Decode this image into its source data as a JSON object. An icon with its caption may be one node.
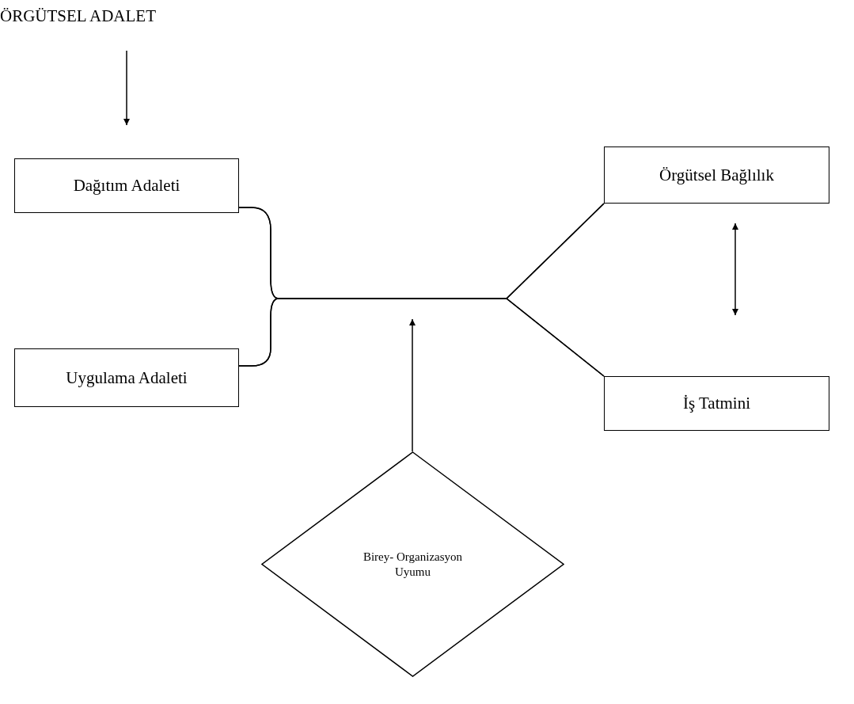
{
  "diagram": {
    "nodes": [
      {
        "text": [
          "ÖRGÜTSEL ADALET"
        ]
      },
      {
        "text": [
          "Dağıtım Adaleti"
        ]
      },
      {
        "text": [
          "Uygulama Adaleti"
        ]
      },
      {
        "text": [
          "Örgütsel Bağlılık"
        ]
      },
      {
        "text": [
          "İş Tatmini"
        ]
      },
      {
        "text": [
          "Birey- Organizasyon Uyumu"
        ]
      }
    ],
    "edges": [
      {
        "from": 0,
        "to": 1,
        "arrow": "to"
      },
      {
        "from": 1,
        "to": 3,
        "arrow": "none"
      },
      {
        "from": 1,
        "to": 4,
        "arrow": "none"
      },
      {
        "from": 2,
        "to": 3,
        "arrow": "none"
      },
      {
        "from": 2,
        "to": 4,
        "arrow": "none"
      },
      {
        "from": 5,
        "to": null,
        "arrow": "to"
      },
      {
        "from": 3,
        "to": 4,
        "arrow": "both"
      }
    ]
  }
}
